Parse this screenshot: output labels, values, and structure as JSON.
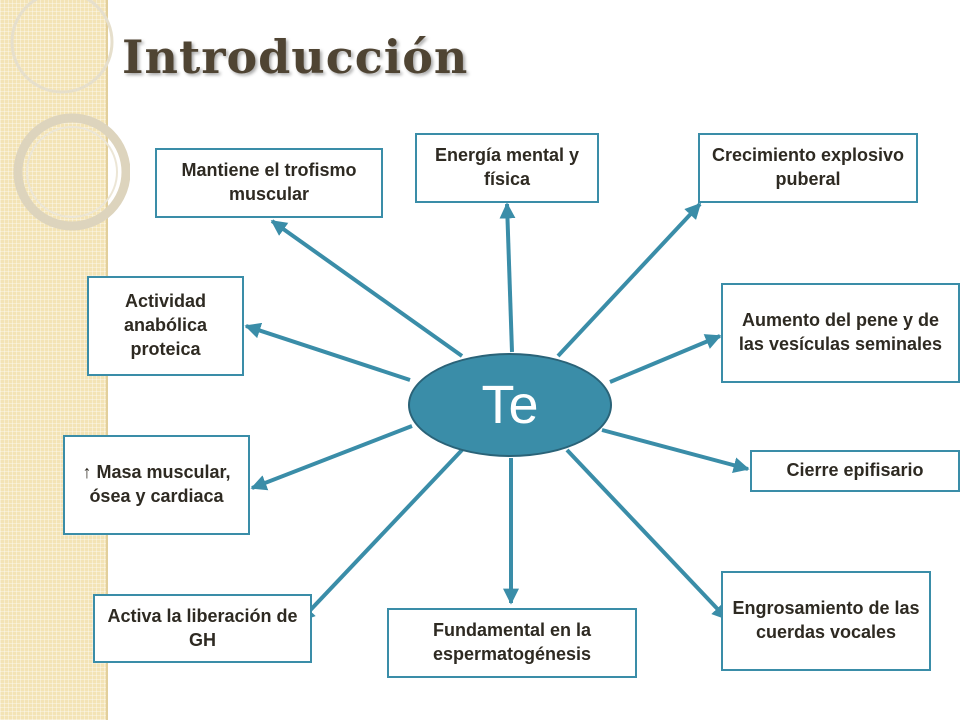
{
  "title": "Introducción",
  "center_label": "Te",
  "nodes": {
    "trofismo": "Mantiene el trofismo muscular",
    "energia": "Energía mental y física",
    "crecimiento": "Crecimiento explosivo puberal",
    "anabolica": "Actividad anabólica proteica",
    "pene": "Aumento del pene y de las vesículas seminales",
    "masa": "↑ Masa muscular, ósea y cardiaca",
    "epifisario": "Cierre epifisario",
    "gh": "Activa la liberación de GH",
    "espermatogenesis": "Fundamental en la espermatogénesis",
    "cuerdas": "Engrosamiento de las cuerdas vocales"
  },
  "colors": {
    "accent": "#3a8da8",
    "title": "#4f4433",
    "side_band": "#f3e3b5"
  }
}
